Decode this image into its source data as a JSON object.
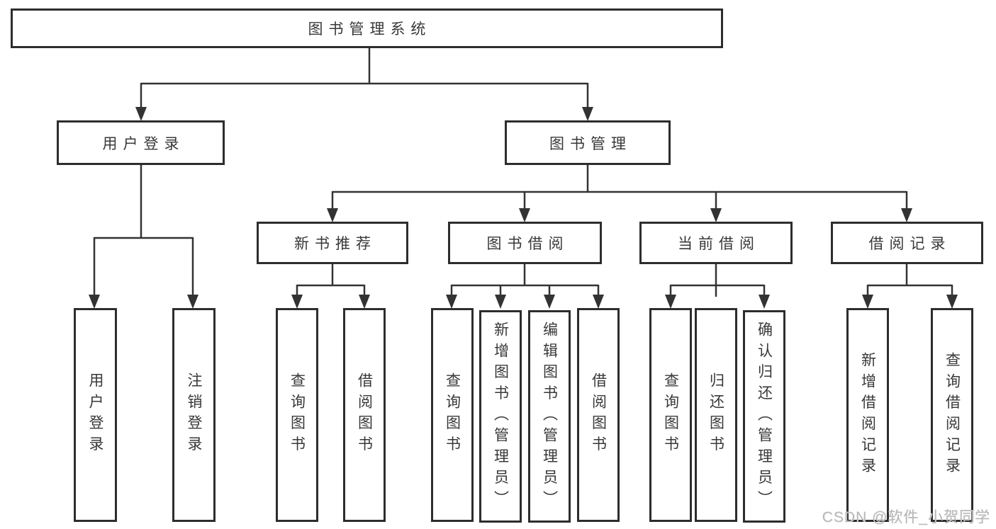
{
  "tree": {
    "root": "图书管理系统",
    "login_branch": {
      "label": "用户登录",
      "children": [
        "用户登录",
        "注销登录"
      ]
    },
    "manage_branch": {
      "label": "图书管理",
      "sections": [
        {
          "label": "新书推荐",
          "children": [
            "查询图书",
            "借阅图书"
          ]
        },
        {
          "label": "图书借阅",
          "children": [
            "查询图书",
            "新增图书（管理员）",
            "编辑图书（管理员）",
            "借阅图书"
          ]
        },
        {
          "label": "当前借阅",
          "children": [
            "查询图书",
            "归还图书",
            "确认归还（管理员）"
          ]
        },
        {
          "label": "借阅记录",
          "children": [
            "新增借阅记录",
            "查询借阅记录"
          ]
        }
      ]
    }
  },
  "watermark": "CSDN @软件_小贺同学",
  "colors": {
    "line": "#333333",
    "box_border": "#2d2d2d",
    "text": "#383838",
    "watermark": "#b9b9b9",
    "background": "#ffffff"
  }
}
